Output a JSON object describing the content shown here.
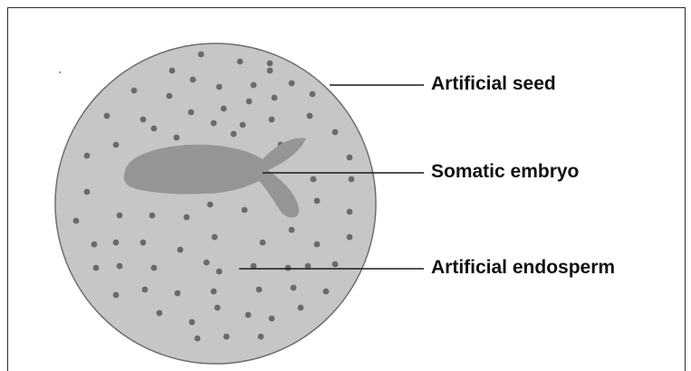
{
  "diagram": {
    "labels": {
      "seed": "Artificial seed",
      "embryo": "Somatic embryo",
      "endosperm": "Artificial endosperm"
    },
    "colors": {
      "seed_fill": "#c6c6c6",
      "seed_outline": "#6e6e6e",
      "embryo_fill": "#959595",
      "dot": "#6a6a6a",
      "leader_line": "#1a1a1a"
    }
  }
}
